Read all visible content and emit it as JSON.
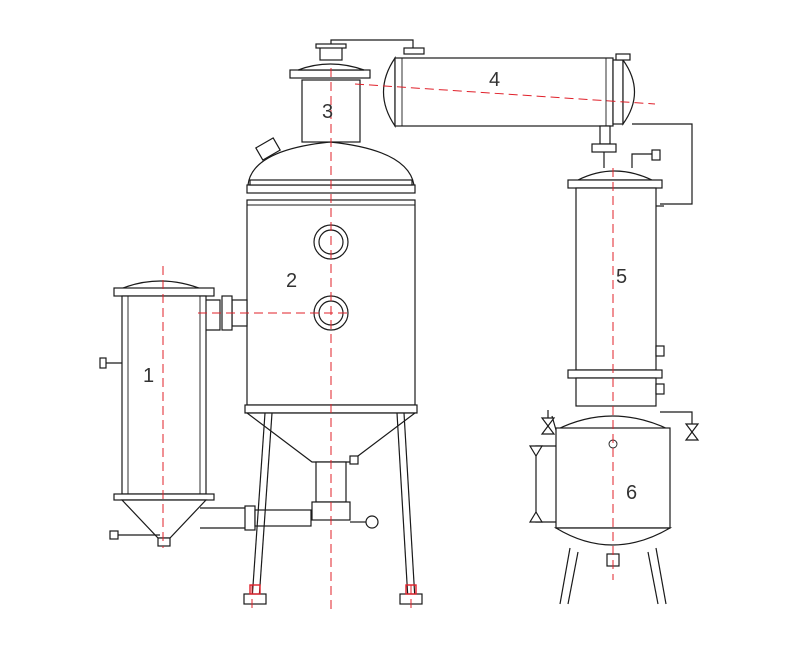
{
  "labels": {
    "l1": "1",
    "l2": "2",
    "l3": "3",
    "l4": "4",
    "l5": "5",
    "l6": "6"
  },
  "colors": {
    "outline": "#1a1a1a",
    "centerline": "#e0202a",
    "label": "#333333",
    "background": "#ffffff"
  }
}
